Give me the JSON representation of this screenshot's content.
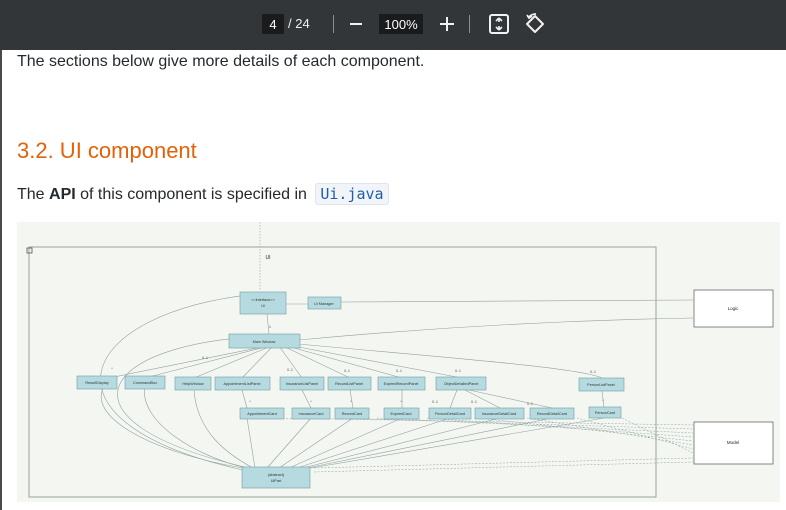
{
  "toolbar": {
    "page_current": "4",
    "page_total": "/ 24",
    "zoom": "100%",
    "icons": [
      "zoom-out-icon",
      "zoom-in-icon",
      "fit-page-icon",
      "rotate-icon"
    ]
  },
  "document": {
    "intro_text": "The sections below give more details of each component.",
    "section_title": "3.2. UI component",
    "api_prefix": "The ",
    "api_bold": "API",
    "api_middle": " of this component is specified in ",
    "api_code": "Ui.java"
  },
  "diagram": {
    "package_label": "UI",
    "ui_interface_stereotype": "<<interface>>",
    "ui_interface_name": "Ui",
    "ui_manager": "Ui Manager",
    "logic": "Logic",
    "model": "Model",
    "main_window": "Main Window",
    "row1": [
      "ResultDisplay",
      "CommandBox",
      "HelpWindow",
      "AppointmentListPanel",
      "InsuranceListPanel",
      "RecordListPanel",
      "ExpiredRecordPanel",
      "ObjectDetailedPanel",
      "PersonListPanel"
    ],
    "row2": [
      "AppointmentCard",
      "InsuranceCard",
      "RecordCard",
      "ExpiredCard",
      "PersonDetailCard",
      "InsuranceDetailCard",
      "RecordDetailCard",
      "PersonCard"
    ],
    "uipart_stereotype": "{abstract}",
    "uipart_name": "UiPart",
    "multiplicities": [
      "1",
      "0..1",
      "*",
      "0..1",
      "0..1",
      "0..1",
      "0..1",
      "0..1",
      "*",
      "*",
      "*",
      "*",
      "0..1",
      "0..1",
      "0..1",
      "*"
    ]
  }
}
